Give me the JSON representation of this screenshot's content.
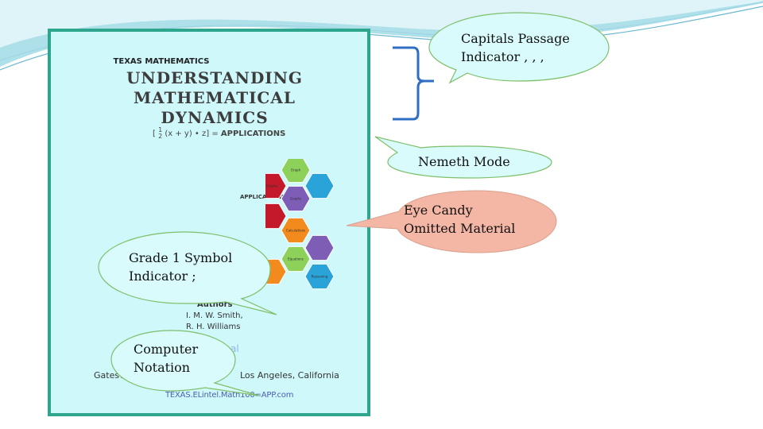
{
  "cover": {
    "eyebrow": "TEXAS MATHEMATICS",
    "title_line1": "UNDERSTANDING",
    "title_line2": "MATHEMATICAL",
    "title_line3": "DYNAMICS",
    "formula_open": "[",
    "formula_num": "1",
    "formula_den": "2",
    "formula_mid": "(x + y) • z] =",
    "formula_bold": "APPLICATIONS",
    "applications_label": "APPLICATIONS",
    "hexagons": [
      {
        "label": "Graph",
        "color": "#8dd15a"
      },
      {
        "label": "Graphs",
        "color": "#c4182b"
      },
      {
        "label": "Graphs",
        "color": "#7e5db7"
      },
      {
        "label": "",
        "color": "#2aa3d9"
      },
      {
        "label": "",
        "color": "#c4182b"
      },
      {
        "label": "Calculations",
        "color": "#f28a1d"
      },
      {
        "label": "Equations",
        "color": "#8dd15a"
      },
      {
        "label": "",
        "color": "#7e5db7"
      },
      {
        "label": "",
        "color": "#f28a1d"
      },
      {
        "label": "Reasoning",
        "color": "#2aa3d9"
      }
    ],
    "authors_label": "Authors",
    "author1": "I. M. W. Smith,",
    "author2": "R. H. Williams",
    "publisher_faint": "al",
    "publisher_left": "Gatesv",
    "publisher_right": "Los Angeles, California",
    "web": "TEXAS.ELintel.Math100=APP.com",
    "border_color": "#2ea68d",
    "background_color": "#cff8fb"
  },
  "callouts": {
    "capitals": {
      "line1": "Capitals Passage",
      "line2": "Indicator  , , ,",
      "color": "#d9fbfb"
    },
    "nemeth": {
      "line1": "Nemeth Mode",
      "color": "#d9fbfb"
    },
    "eye_candy": {
      "line1": "Eye Candy",
      "line2": "Omitted Material",
      "color": "#f4b6a5"
    },
    "grade1": {
      "line1": "Grade 1  Symbol",
      "line2": "Indicator  ;",
      "color": "#d9fbfb"
    },
    "computer": {
      "line1": "Computer",
      "line2": "Notation",
      "color": "#d9fbfb"
    },
    "outline_color": "#7dbf6a"
  },
  "brace_color": "#2e6fc4"
}
